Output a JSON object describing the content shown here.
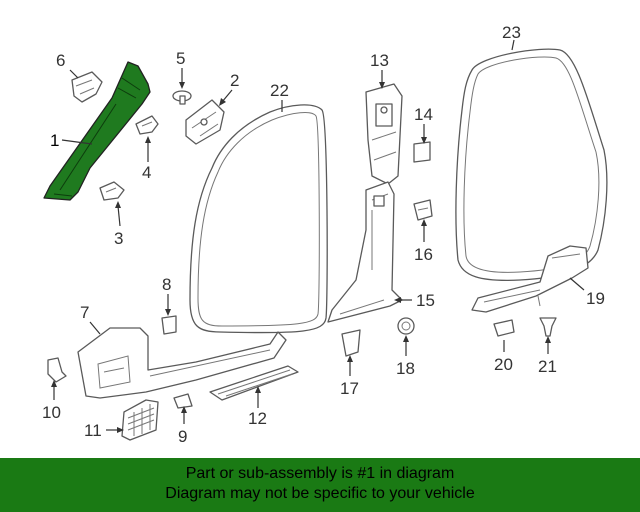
{
  "callouts": [
    {
      "id": "c1",
      "label": "1"
    },
    {
      "id": "c2",
      "label": "2"
    },
    {
      "id": "c3",
      "label": "3"
    },
    {
      "id": "c4",
      "label": "4"
    },
    {
      "id": "c5",
      "label": "5"
    },
    {
      "id": "c6",
      "label": "6"
    },
    {
      "id": "c7",
      "label": "7"
    },
    {
      "id": "c8",
      "label": "8"
    },
    {
      "id": "c9",
      "label": "9"
    },
    {
      "id": "c10",
      "label": "10"
    },
    {
      "id": "c11",
      "label": "11"
    },
    {
      "id": "c12",
      "label": "12"
    },
    {
      "id": "c13",
      "label": "13"
    },
    {
      "id": "c14",
      "label": "14"
    },
    {
      "id": "c15",
      "label": "15"
    },
    {
      "id": "c16",
      "label": "16"
    },
    {
      "id": "c17",
      "label": "17"
    },
    {
      "id": "c18",
      "label": "18"
    },
    {
      "id": "c19",
      "label": "19"
    },
    {
      "id": "c20",
      "label": "20"
    },
    {
      "id": "c21",
      "label": "21"
    },
    {
      "id": "c22",
      "label": "22"
    },
    {
      "id": "c23",
      "label": "23"
    }
  ],
  "highlight_color": "#1f7a1f",
  "banner": {
    "line1": "Part or sub-assembly is #1 in diagram",
    "line2": "Diagram may not be specific to your vehicle",
    "color": "#1a7a14"
  }
}
